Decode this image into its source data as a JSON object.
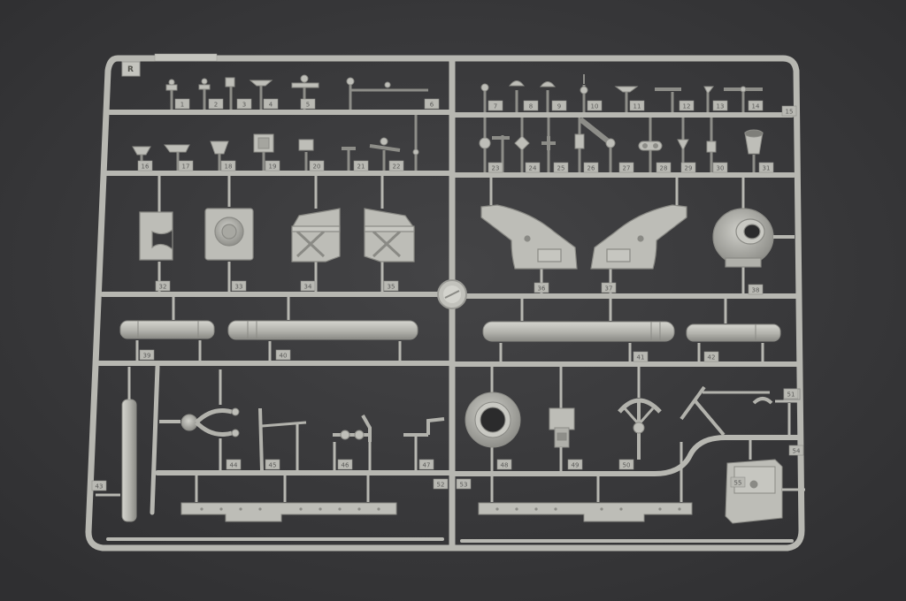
{
  "sprue": {
    "letter": "R",
    "colors": {
      "background": "#3a3a3c",
      "plastic": "#b9b9b3",
      "plastic_shadow": "#8e8e89",
      "plastic_highlight": "#d6d6d0",
      "hole": "#2b2b2c"
    }
  },
  "part_numbers": [
    "1",
    "2",
    "3",
    "4",
    "5",
    "6",
    "7",
    "8",
    "9",
    "10",
    "11",
    "12",
    "13",
    "14",
    "15",
    "16",
    "17",
    "18",
    "19",
    "20",
    "21",
    "22",
    "23",
    "24",
    "25",
    "26",
    "27",
    "28",
    "29",
    "30",
    "31",
    "32",
    "33",
    "34",
    "35",
    "36",
    "37",
    "38",
    "39",
    "40",
    "41",
    "42",
    "43",
    "44",
    "45",
    "46",
    "47",
    "48",
    "49",
    "50",
    "51",
    "52",
    "53",
    "54",
    "55"
  ]
}
